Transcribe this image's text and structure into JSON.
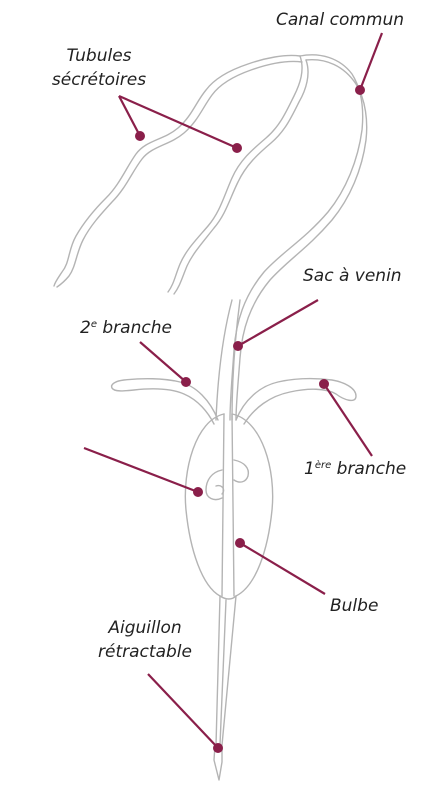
{
  "labels": {
    "canal_commun": "Canal commun",
    "tubules_line1": "Tubules",
    "tubules_line2": "sécrétoires",
    "sac_a_venin": "Sac à venin",
    "branche2_num": "2",
    "branche2_sup": "e",
    "branche2_word": "branche",
    "branche1_num": "1",
    "branche1_sup": "ère",
    "branche1_word": "branche",
    "bulbe": "Bulbe",
    "aiguillon_line1": "Aiguillon",
    "aiguillon_line2": "rétractable"
  },
  "colors": {
    "leader": "#8a1f4a",
    "outline": "#b4b4b4",
    "text": "#222222"
  }
}
